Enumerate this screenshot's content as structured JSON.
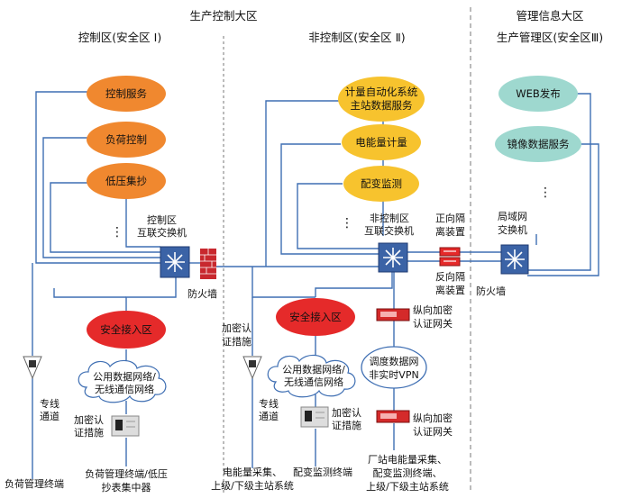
{
  "zones": {
    "production_control": "生产控制大区",
    "control_zone": "控制区(安全区 Ⅰ)",
    "noncontrol_zone": "非控制区(安全区 Ⅱ)",
    "management_info": "管理信息大区",
    "production_mgmt_zone": "生产管理区(安全区Ⅲ)"
  },
  "control": {
    "services": [
      "控制服务",
      "负荷控制",
      "低压集抄"
    ],
    "switch_label": [
      "控制区",
      "互联交换机"
    ],
    "firewall_label": "防火墙",
    "secure_access": "安全接入区",
    "cloud": [
      "公用数据网络/",
      "无线通信网络"
    ],
    "dedicated_line": [
      "专线",
      "通道"
    ],
    "encrypt_auth": [
      "加密认",
      "证措施"
    ],
    "terminal_left": "负荷管理终端",
    "terminal_right": [
      "负荷管理终端/低压",
      "抄表集中器"
    ]
  },
  "noncontrol": {
    "services": [
      [
        "计量自动化系统",
        "主站数据服务"
      ],
      [
        "电能量计量"
      ],
      [
        "配变监测"
      ]
    ],
    "switch_label": [
      "非控制区",
      "互联交换机"
    ],
    "forward_isolation": [
      "正向隔",
      "离装置"
    ],
    "reverse_isolation": [
      "反向隔",
      "离装置"
    ],
    "vertical_gateway_1": [
      "纵向加密",
      "认证网关"
    ],
    "vertical_gateway_2": [
      "纵向加密",
      "认证网关"
    ],
    "secure_access": "安全接入区",
    "encrypt_auth_left": [
      "加密认",
      "证措施"
    ],
    "cloud": [
      "公用数据网络/",
      "无线通信网络"
    ],
    "dispatch_vpn": [
      "调度数据网",
      "非实时VPN"
    ],
    "dedicated_line": [
      "专线",
      "通道"
    ],
    "encrypt_auth_right": [
      "加密认",
      "证措施"
    ],
    "terminal_left": [
      "电能量采集、",
      "上级/下级主站系统"
    ],
    "terminal_mid": "配变监测终端",
    "terminal_right": [
      "厂站电能量采集、",
      "配变监测终端、",
      "上级/下级主站系统"
    ]
  },
  "management": {
    "services": [
      "WEB发布",
      "镜像数据服务"
    ],
    "switch_label": [
      "局域网",
      "交换机"
    ],
    "firewall_label": "防火墙"
  },
  "colors": {
    "line": "#3f6fb3",
    "orange": "#f0882f",
    "yellow": "#f7c32e",
    "teal": "#9ed8cf",
    "red": "#e52a2a",
    "switch": "#3b63a6"
  }
}
